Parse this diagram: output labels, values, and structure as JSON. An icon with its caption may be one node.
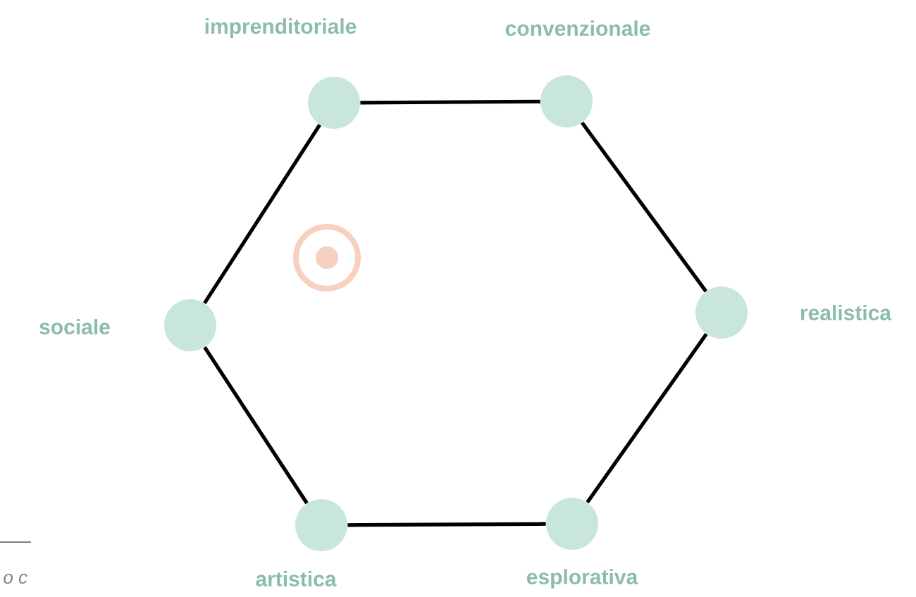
{
  "diagram": {
    "nodes": [
      {
        "text": [
          "imprenditoriale"
        ]
      },
      {
        "text": [
          "convenzionale"
        ]
      },
      {
        "text": [
          "sociale"
        ]
      },
      {
        "text": [
          "realistica"
        ]
      },
      {
        "text": [
          "artistica"
        ]
      },
      {
        "text": [
          "esplorativa"
        ]
      }
    ],
    "edges": [
      {
        "from": 0,
        "to": 1,
        "arrow": "none"
      },
      {
        "from": 1,
        "to": 3,
        "arrow": "none"
      },
      {
        "from": 3,
        "to": 5,
        "arrow": "none"
      },
      {
        "from": 5,
        "to": 4,
        "arrow": "none"
      },
      {
        "from": 4,
        "to": 2,
        "arrow": "none"
      },
      {
        "from": 2,
        "to": 0,
        "arrow": "none"
      }
    ],
    "labels": [
      "o c"
    ]
  }
}
